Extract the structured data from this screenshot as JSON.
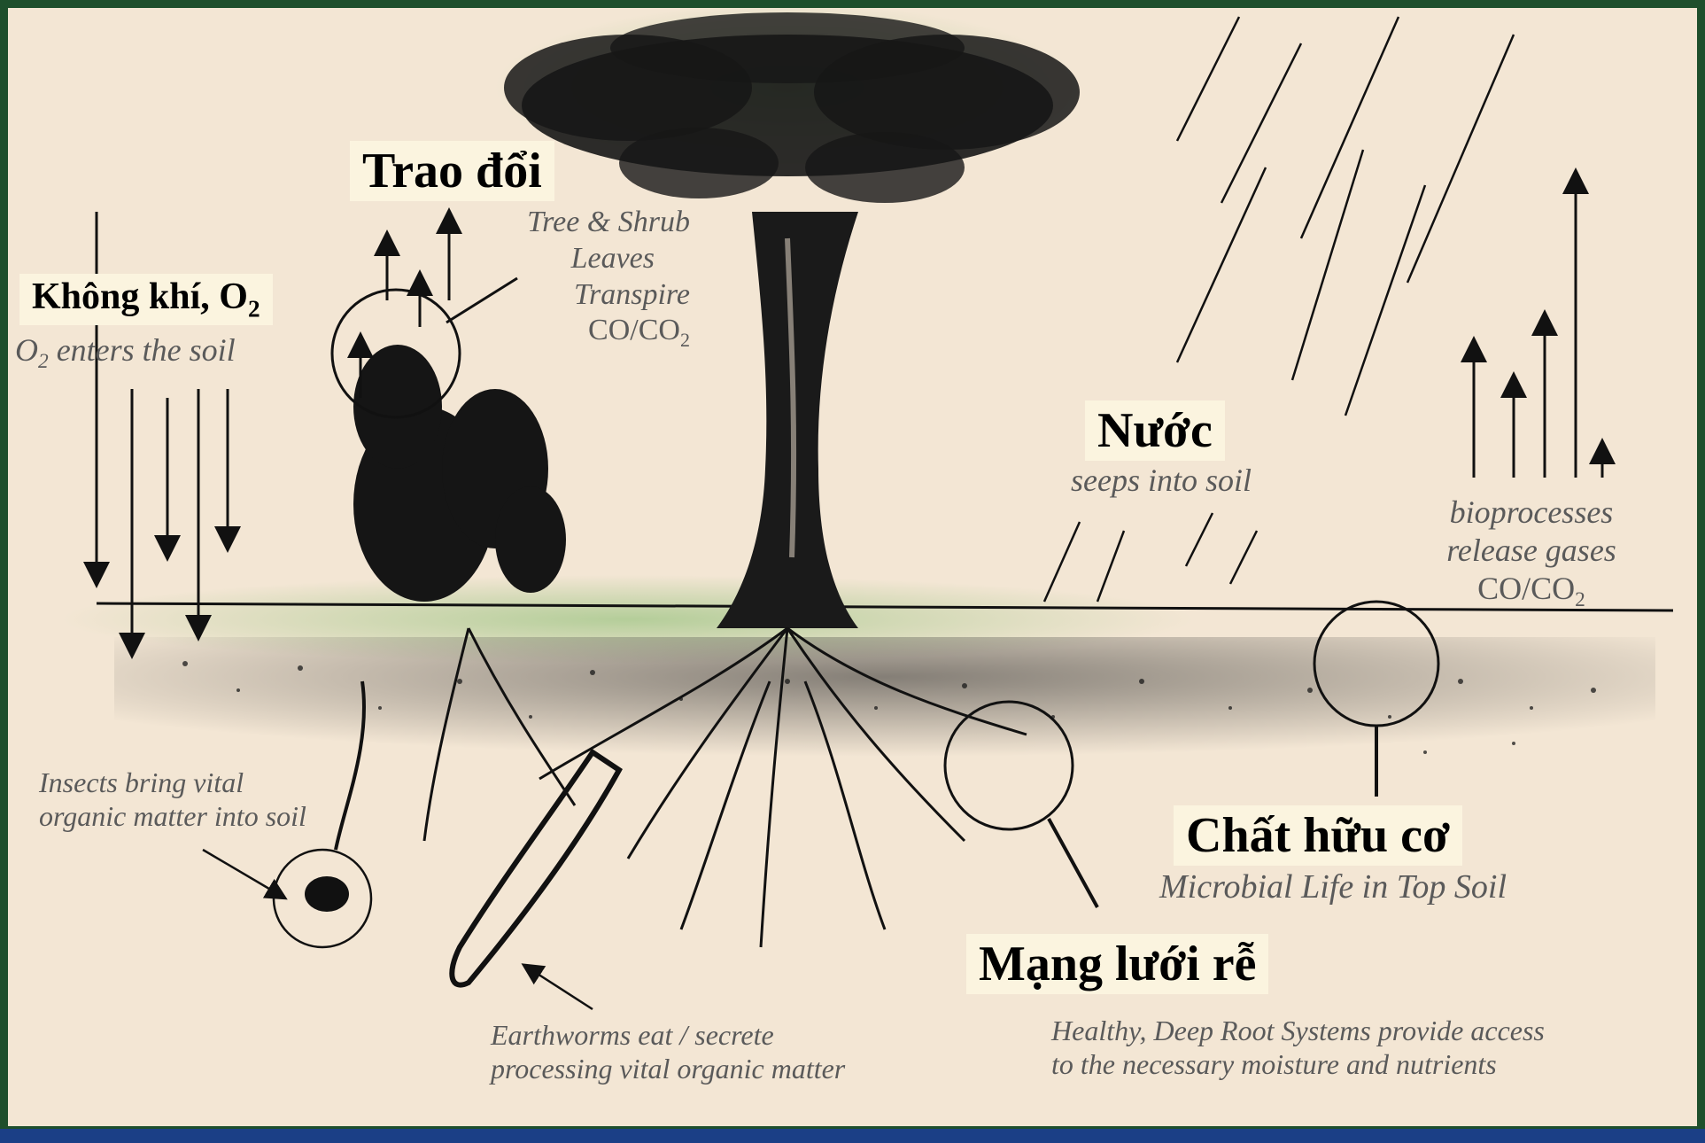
{
  "labels": {
    "exchange": "Trao đổi",
    "air": "Không khí, O",
    "air_sub": "2",
    "water": "Nước",
    "organic": "Chất hữu cơ",
    "roots": "Mạng lưới rễ"
  },
  "captions": {
    "o2_enters_pre": "O",
    "o2_enters_sub": "2",
    "o2_enters_post": " enters the soil",
    "leaves_line1": "Tree & Shrub",
    "leaves_line2": "Leaves",
    "leaves_line3": "Transpire",
    "leaves_line4_pre": "CO/CO",
    "leaves_line4_sub": "2",
    "water_seeps": "seeps into soil",
    "bio_line1": "bioprocesses",
    "bio_line2": "release gases",
    "bio_line3_pre": "CO/CO",
    "bio_line3_sub": "2",
    "microbial": "Microbial Life in Top Soil",
    "insects_line1": "Insects bring vital",
    "insects_line2": "organic matter into soil",
    "worms_line1": "Earthworms eat / secrete",
    "worms_line2": "processing vital organic matter",
    "roots_line1": "Healthy, Deep Root Systems provide access",
    "roots_line2": "to the necessary moisture and nutrients"
  },
  "colors": {
    "frame": "#1e4f2c",
    "background": "#f3e6d4",
    "bottom_bar": "#1b3f86",
    "label_box": "#fbf4df",
    "caption_text": "#5a5a5a",
    "ink": "#111111",
    "foliage_glow": "#b9d3a4"
  }
}
